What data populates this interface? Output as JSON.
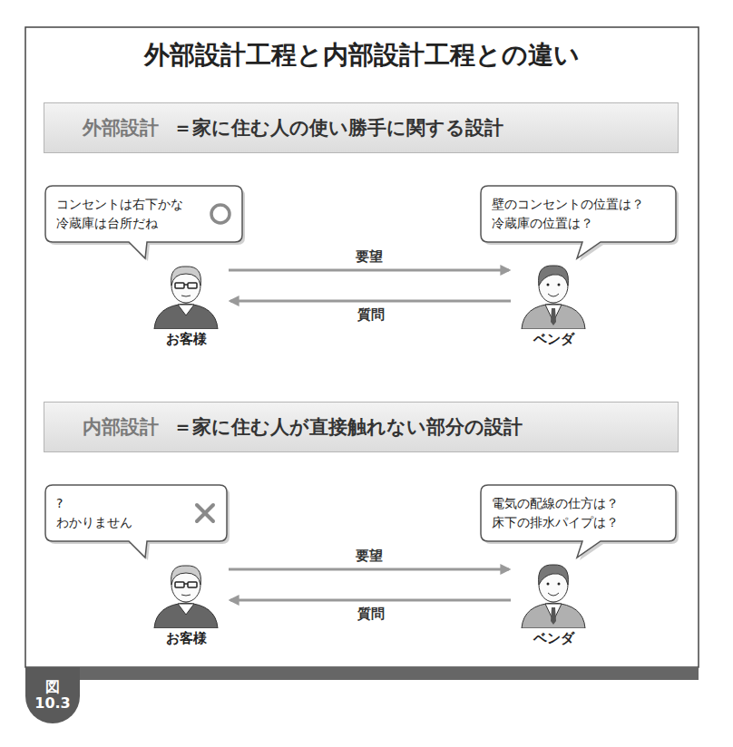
{
  "diagram": {
    "title": "外部設計工程と内部設計工程との違い",
    "nodes": [
      {
        "text": [
          "外部設計",
          "＝家に住む人の使い勝手に関する設計"
        ]
      },
      {
        "text": [
          "コンセントは右下かな 冷蔵庫は台所だね"
        ]
      },
      {
        "text": [
          "壁のコンセントの位置は？ 冷蔵庫の位置は？"
        ]
      },
      {
        "text": [
          "お客様"
        ]
      },
      {
        "text": [
          "ベンダ"
        ]
      },
      {
        "text": [
          "内部設計",
          "＝家に住む人が直接触れない部分の設計"
        ]
      },
      {
        "text": [
          "? わかりません"
        ]
      },
      {
        "text": [
          "電気の配線の仕方は？ 床下の排水パイプは？"
        ]
      },
      {
        "text": [
          "お客様"
        ]
      },
      {
        "text": [
          "ベンダ"
        ]
      },
      {
        "text": [
          "図 10.3"
        ]
      }
    ],
    "edges": [
      {
        "from": 3,
        "to": 4,
        "label": "要望",
        "arrow": "to"
      },
      {
        "from": 4,
        "to": 3,
        "label": "質問",
        "arrow": "to"
      },
      {
        "from": 8,
        "to": 9,
        "label": "要望",
        "arrow": "to"
      },
      {
        "from": 9,
        "to": 8,
        "label": "質問",
        "arrow": "to"
      }
    ]
  }
}
